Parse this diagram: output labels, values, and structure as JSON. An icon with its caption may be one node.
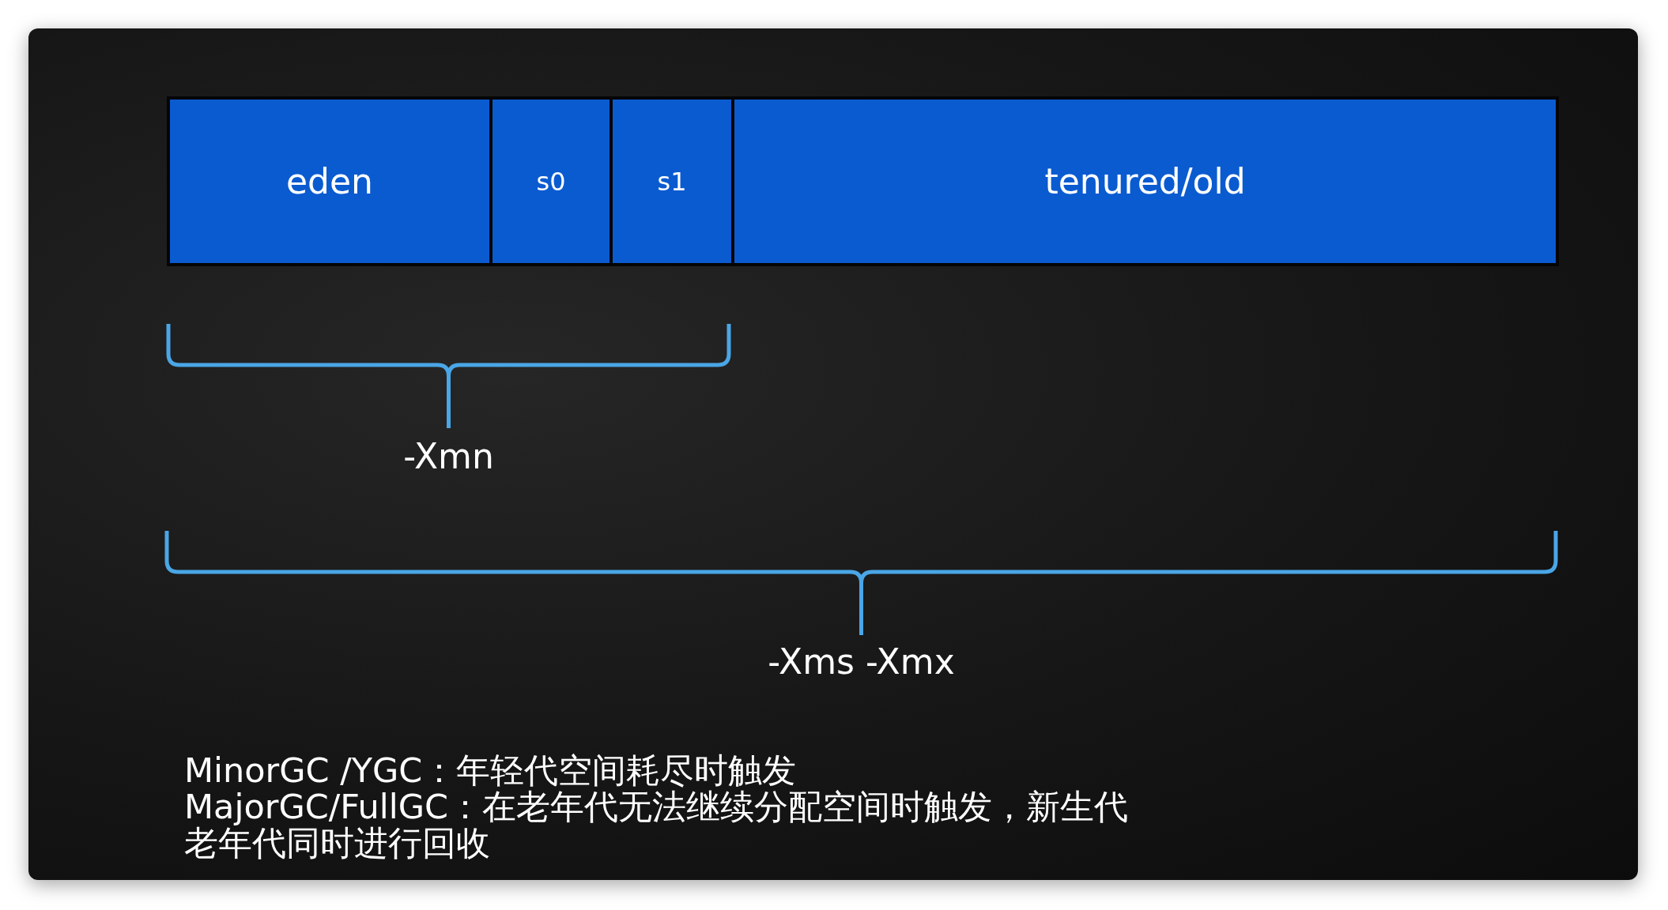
{
  "diagram": {
    "nodes": [
      {
        "text": [
          "eden"
        ]
      },
      {
        "text": [
          "s0"
        ]
      },
      {
        "text": [
          "s1"
        ]
      },
      {
        "text": [
          "tenured/old"
        ]
      }
    ],
    "labels": [
      "-Xmn",
      "-Xms -Xmx",
      "MinorGC /YGC：年轻代空间耗尽时触发",
      "MajorGC/FullGC：在老年代无法继续分配空间时触发，新生代老年代同时进行回收"
    ]
  }
}
